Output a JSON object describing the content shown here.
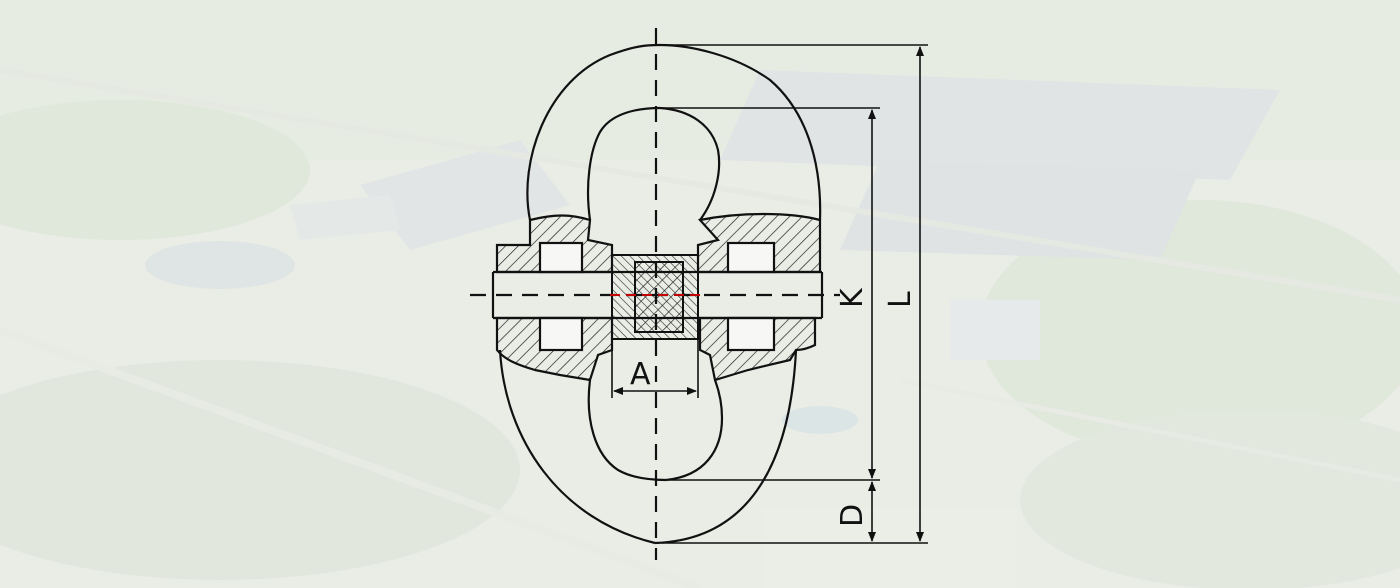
{
  "diagram": {
    "labels": {
      "A": "A",
      "K": "K",
      "L": "L",
      "D": "D"
    },
    "colors": {
      "line": "#111111",
      "accent": "#c40000",
      "background": "#eef1ea",
      "hatch": "#111111"
    }
  }
}
